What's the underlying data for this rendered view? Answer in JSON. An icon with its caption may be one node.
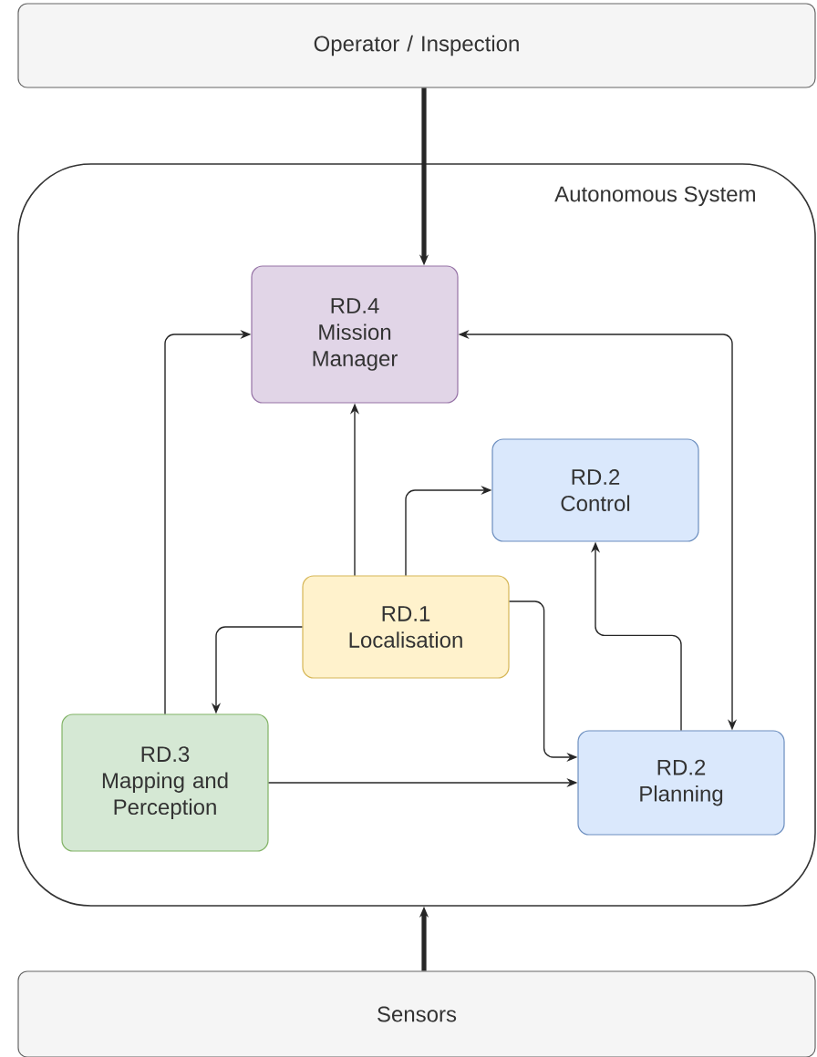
{
  "diagram": {
    "nodes": [
      {
        "text": [
          "Operator / Inspection"
        ]
      },
      {
        "text": [
          "Autonomous System"
        ]
      },
      {
        "text": [
          "RD.4",
          "Mission Manager"
        ],
        "in": 1
      },
      {
        "text": [
          "RD.2",
          "Control"
        ],
        "in": 1
      },
      {
        "text": [
          "RD.1",
          "Localisation"
        ],
        "in": 1
      },
      {
        "text": [
          "RD.3",
          "Mapping and Perception"
        ],
        "in": 1
      },
      {
        "text": [
          "RD.2",
          "Planning"
        ],
        "in": 1
      },
      {
        "text": [
          "Sensors"
        ]
      }
    ],
    "edges": [
      {
        "from": 0,
        "to": 2,
        "arrow": "to",
        "style": "thick"
      },
      {
        "from": 7,
        "to": 1,
        "arrow": "to",
        "style": "thick"
      },
      {
        "from": 5,
        "to": 2,
        "arrow": "to"
      },
      {
        "from": 2,
        "to": 6,
        "arrow": "both"
      },
      {
        "from": 4,
        "to": 2,
        "arrow": "to"
      },
      {
        "from": 4,
        "to": 3,
        "arrow": "to"
      },
      {
        "from": 4,
        "to": 5,
        "arrow": "to"
      },
      {
        "from": 4,
        "to": 6,
        "arrow": "to"
      },
      {
        "from": 6,
        "to": 3,
        "arrow": "to"
      },
      {
        "from": 5,
        "to": 6,
        "arrow": "to"
      }
    ]
  }
}
